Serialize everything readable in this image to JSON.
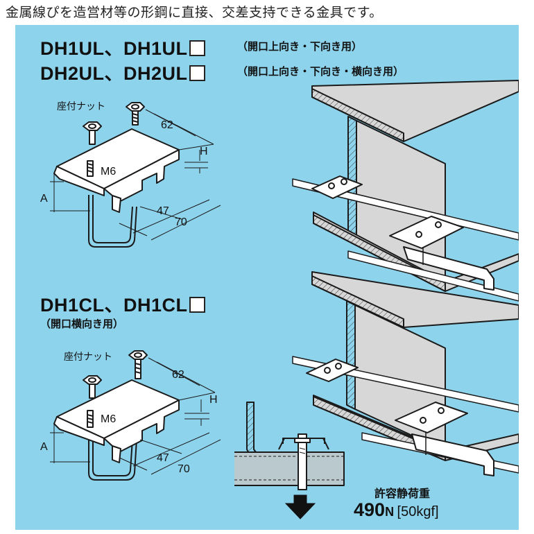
{
  "header": {
    "text": "金属線ぴを造営材等の形鋼に直接、交差支持できる金具です。"
  },
  "colors": {
    "panel": "#8ed3ec",
    "steel": "#d7d7d7",
    "line": "#1a1a1a"
  },
  "upper": {
    "model_line1": "DH1UL、DH1UL",
    "model_line1_note": "（開口上向き・下向き用）",
    "model_line2": "DH2UL、DH2UL",
    "model_line2_note": "（開口上向き・下向き・横向き用）",
    "nut_label": "座付ナット",
    "dim_62": "62",
    "dim_H": "H",
    "dim_M6": "M6",
    "dim_A": "A",
    "dim_47": "47",
    "dim_70": "70"
  },
  "lower": {
    "model_line1": "DH1CL、DH1CL",
    "model_line1_note": "（開口横向き用）",
    "nut_label": "座付ナット",
    "dim_62": "62",
    "dim_H": "H",
    "dim_M6": "M6",
    "dim_A": "A",
    "dim_47": "47",
    "dim_70": "70"
  },
  "load": {
    "title": "許容静荷重",
    "value": "490",
    "unit": "N",
    "alt": "[50kgf]"
  },
  "icons": [
    "bracket-drawing",
    "i-beam-drawing",
    "channel-drawing",
    "down-arrow-icon"
  ]
}
